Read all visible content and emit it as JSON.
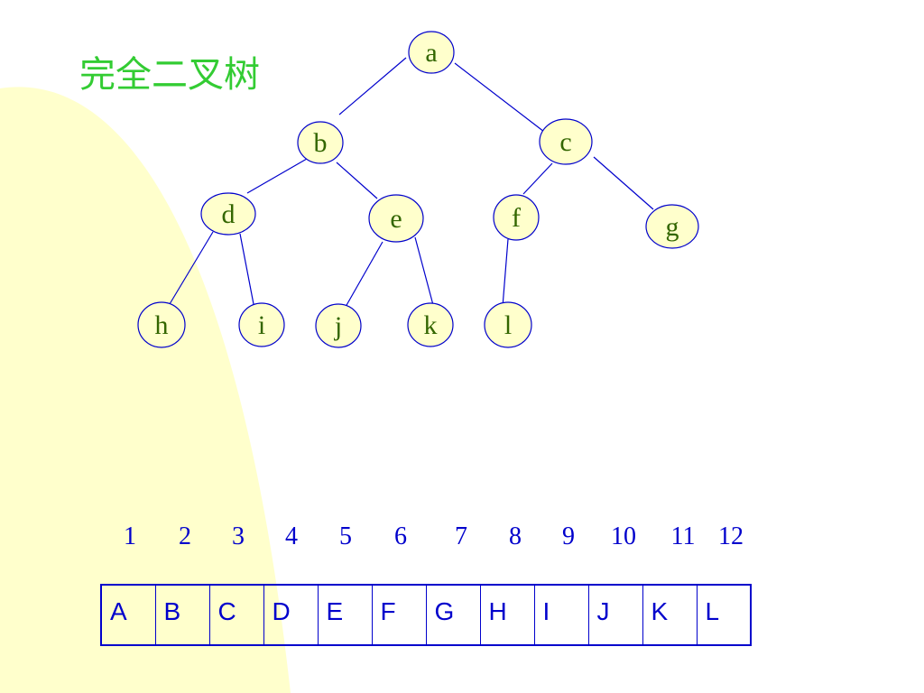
{
  "title": "完全二叉树",
  "colors": {
    "title": "#33cc33",
    "background_shape": "#ffffcc",
    "tree_lines": "#0000cc",
    "node_fill": "#ffffcc",
    "node_border": "#0000cc",
    "node_text": "#336600",
    "array": "#0000cc"
  },
  "tree": {
    "nodes": [
      "a",
      "b",
      "c",
      "d",
      "e",
      "f",
      "g",
      "h",
      "i",
      "j",
      "k",
      "l"
    ],
    "edges": [
      [
        "a",
        "b"
      ],
      [
        "a",
        "c"
      ],
      [
        "b",
        "d"
      ],
      [
        "b",
        "e"
      ],
      [
        "c",
        "f"
      ],
      [
        "c",
        "g"
      ],
      [
        "d",
        "h"
      ],
      [
        "d",
        "i"
      ],
      [
        "e",
        "j"
      ],
      [
        "e",
        "k"
      ],
      [
        "f",
        "l"
      ]
    ]
  },
  "array": {
    "indices": [
      "1",
      "2",
      "3",
      "4",
      "5",
      "6",
      "7",
      "8",
      "9",
      "10",
      "11",
      "12"
    ],
    "cells": [
      "A",
      "B",
      "C",
      "D",
      "E",
      "F",
      "G",
      "H",
      "I",
      "J",
      "K",
      "L"
    ]
  }
}
